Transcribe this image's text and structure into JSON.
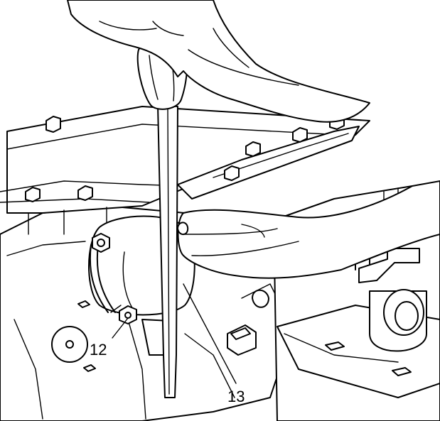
{
  "callouts": [
    {
      "id": "12",
      "label": "12"
    },
    {
      "id": "13",
      "label": "13"
    }
  ],
  "colors": {
    "line": "#000000",
    "background": "#ffffff"
  }
}
